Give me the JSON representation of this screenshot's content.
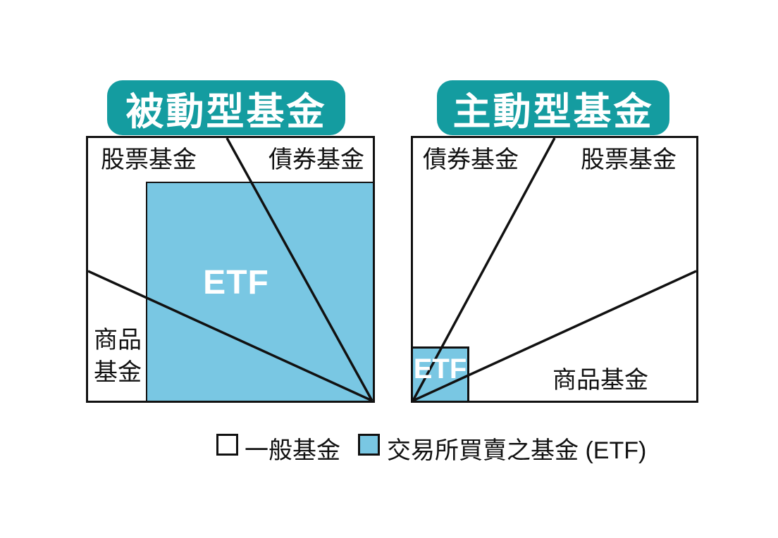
{
  "figure": {
    "colors": {
      "teal_header": "#149CA0",
      "etf_blue": "#79C7E3",
      "line_black": "#111111"
    },
    "panels": {
      "passive": {
        "title": "被動型基金",
        "region_top_left": "股票基金",
        "region_top_right": "債券基金",
        "region_bottom_left_line1": "商品",
        "region_bottom_left_line2": "基金",
        "etf_label": "ETF"
      },
      "active": {
        "title": "主動型基金",
        "region_top_left": "債券基金",
        "region_top_right": "股票基金",
        "region_bottom_right": "商品基金",
        "etf_label": "ETF"
      }
    },
    "legend": {
      "general_fund_label": "一般基金",
      "etf_fund_label": "交易所買賣之基金 (ETF)"
    }
  }
}
